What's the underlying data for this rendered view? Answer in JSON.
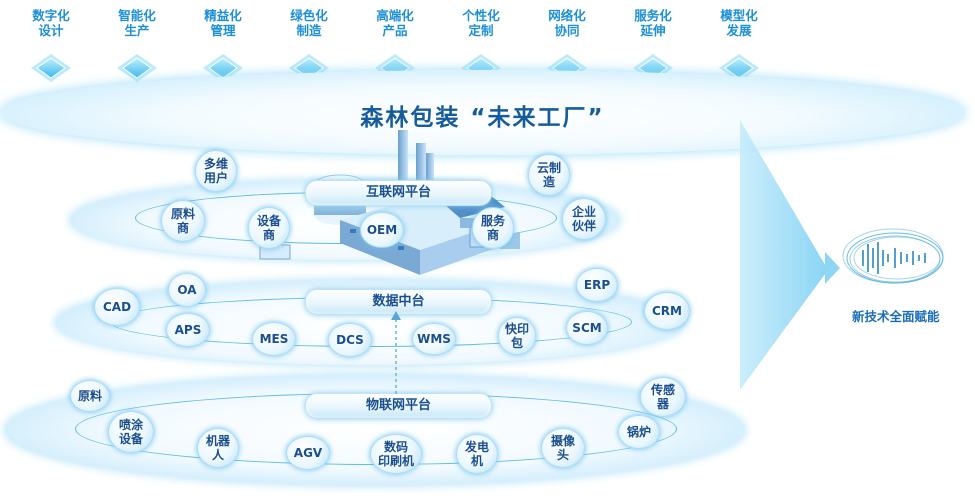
{
  "top_labels": [
    "数字化\n设计",
    "智能化\n生产",
    "精益化\n管理",
    "绿色化\n制造",
    "高端化\n产品",
    "个性化\n定制",
    "网络化\n协同",
    "服务化\n延伸",
    "模型化\n发展"
  ],
  "title": "森林包装 “未来工厂”",
  "platforms": {
    "internet": "互联网平台",
    "data": "数据中台",
    "iot": "物联网平台"
  },
  "layer2_nodes": {
    "multi_user": "多维\n用户",
    "cloud_mfg": "云制\n造",
    "raw_supplier": "原料\n商",
    "equip_supplier": "设备\n商",
    "oem": "OEM",
    "service_supplier": "服务\n商",
    "enterprise_partner": "企业\n伙伴"
  },
  "layer3_nodes": {
    "oa": "OA",
    "erp": "ERP",
    "cad": "CAD",
    "crm": "CRM",
    "aps": "APS",
    "mes": "MES",
    "dcs": "DCS",
    "wms": "WMS",
    "quick_print": "快印\n包",
    "scm": "SCM"
  },
  "layer4_nodes": {
    "raw_material": "原料",
    "sensor": "传感\n器",
    "spray_equipment": "喷涂\n设备",
    "boiler": "锅炉",
    "robot": "机器\n人",
    "agv": "AGV",
    "digital_press": "数码\n印刷机",
    "generator": "发电\n机",
    "camera": "摄像\n头"
  },
  "right_label": "新技术全面赋能",
  "colors": {
    "accent": "#1d8fd6",
    "dark_text": "#155c9c",
    "glow": "#6fc2ee"
  }
}
